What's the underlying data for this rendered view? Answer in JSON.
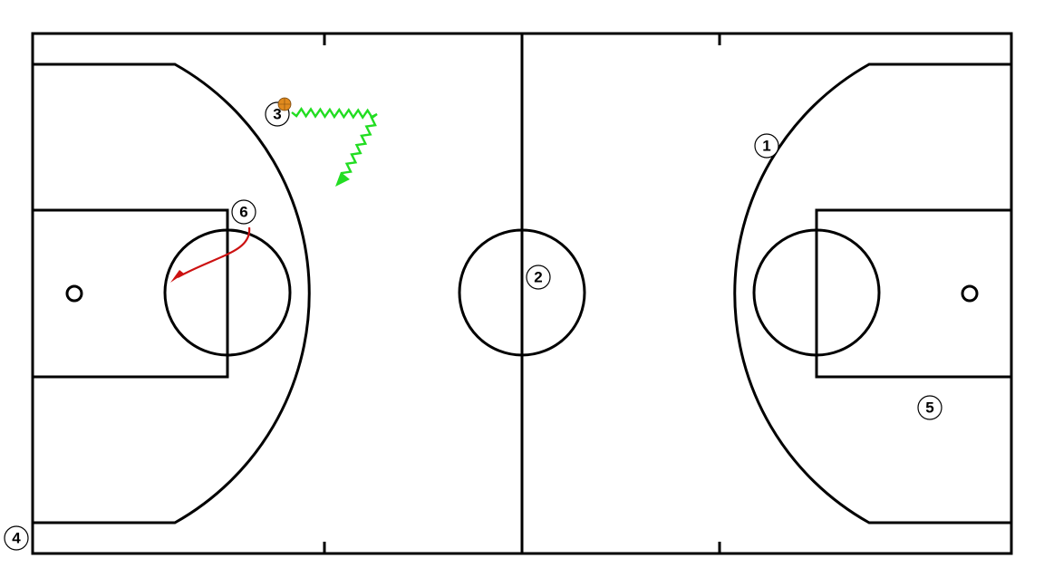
{
  "players": [
    {
      "label": "1"
    },
    {
      "label": "2"
    },
    {
      "label": "3"
    },
    {
      "label": "4"
    },
    {
      "label": "5"
    },
    {
      "label": "6"
    }
  ],
  "ball_holder": "3",
  "actions": [
    {
      "type": "dribble",
      "player": "3"
    },
    {
      "type": "cut",
      "player": "6"
    }
  ],
  "colors": {
    "court_lines": "#000000",
    "background": "#ffffff",
    "dribble": "#22dd22",
    "cut": "#cc1111",
    "ball": "#e08a1e"
  }
}
